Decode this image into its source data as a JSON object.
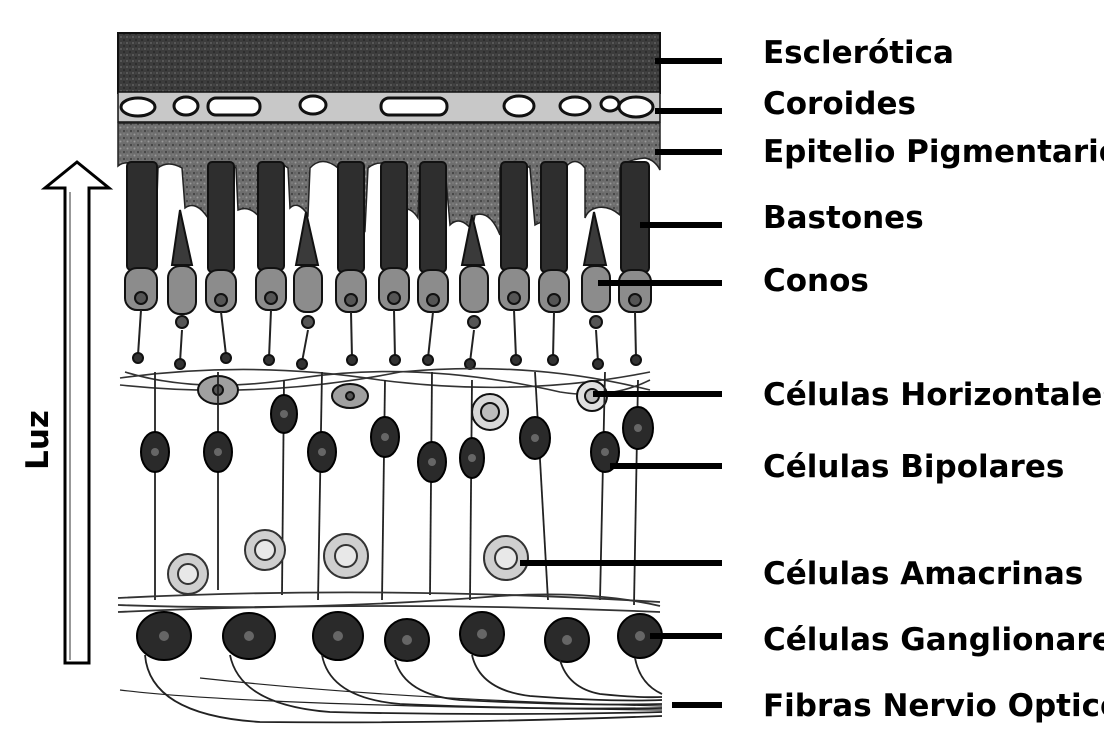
{
  "diagram": {
    "arrow_label": "Luz",
    "labels": [
      "Esclerótica",
      "Coroides",
      "Epitelio Pigmentario",
      "Bastones",
      "Conos",
      "Células Horizontales",
      "Células Bipolares",
      "Células Amacrinas",
      "Células Ganglionares",
      "Fibras Nervio Optico"
    ]
  }
}
